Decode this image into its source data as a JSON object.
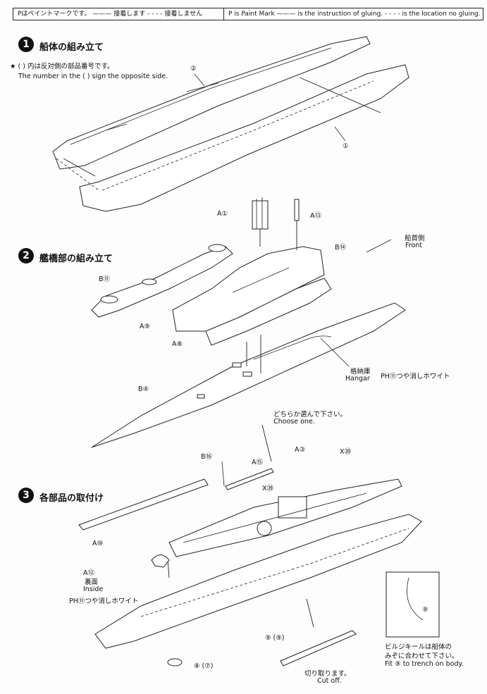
{
  "legend": {
    "jp": "Pはペイントマークです。 ——— 接着します - - - - 接着しません",
    "en": "P is Paint Mark  ——— is the instruction of gluing.  - - - - is the location no gluing."
  },
  "step1": {
    "num": "1",
    "title": "船体の組み立て",
    "note_jp": "★ (   ) 内は反対側の部品番号です。",
    "note_en": "The number in the (   ) sign the opposite side.",
    "labels": [
      "②",
      "①"
    ]
  },
  "step2": {
    "num": "2",
    "title": "艦橋部の組み立て",
    "front_jp": "船首側",
    "front_en": "Front",
    "labels": {
      "a1": "A①",
      "a13": "A⑬",
      "b14": "B⑭",
      "b11": "B⑪",
      "a9": "A⑨",
      "a8": "A⑧",
      "b4": "B④"
    },
    "hangar_jp": "格納庫",
    "hangar_en": "Hangar",
    "paint": "PH⑪つや消しホワイト"
  },
  "step3": {
    "num": "3",
    "title": "各部品の取付け",
    "choose_jp": "どちらか選んで下さい。",
    "choose_en": "Choose one.",
    "labels": {
      "b16": "B⑯",
      "a15": "A⑮",
      "a3": "A③",
      "x39a": "X㊴",
      "x39b": "X㊴",
      "a10": "A⑩",
      "a12": "A⑫",
      "p9": "⑨",
      "p9pair": "⑨ (⑨)",
      "p8pair": "⑧ (⑦)"
    },
    "inside_jp": "裏面",
    "inside_en": "Inside",
    "paint": "PH⑪つや消しホワイト",
    "bilge_jp1": "ビルジキールは船体の",
    "bilge_jp2": "みぞに合わせて下さい。",
    "bilge_en": "Fit ⑨ to trench on body.",
    "cut_jp": "切り取ります。",
    "cut_en": "Cut off."
  }
}
